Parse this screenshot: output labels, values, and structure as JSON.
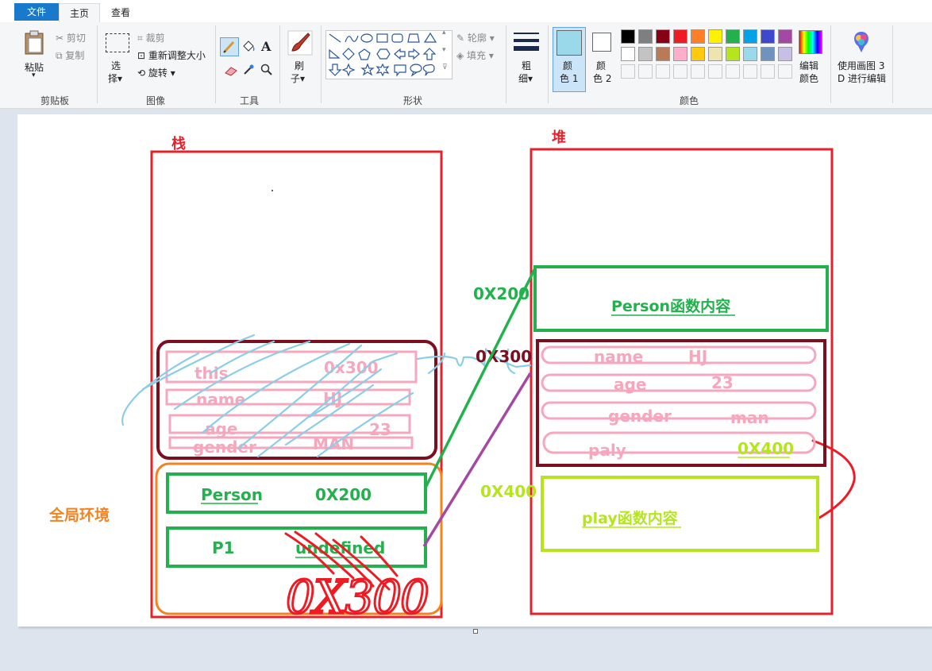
{
  "tabs": {
    "file": "文件",
    "home": "主页",
    "view": "查看"
  },
  "clipboard": {
    "paste": "粘贴",
    "cut": "剪切",
    "copy": "复制",
    "label": "剪贴板"
  },
  "image": {
    "select_1": "选",
    "select_2": "择",
    "crop": "裁剪",
    "resize": "重新调整大小",
    "rotate": "旋转",
    "label": "图像"
  },
  "tools": {
    "label": "工具"
  },
  "brushes": {
    "text_1": "刷",
    "text_2": "子"
  },
  "shapes": {
    "outline": "轮廓",
    "fill": "填充",
    "label": "形状"
  },
  "size": {
    "text_1": "粗",
    "text_2": "细"
  },
  "colors": {
    "color1_a": "颜",
    "color1_b": "色 1",
    "color2_a": "颜",
    "color2_b": "色 2",
    "edit_a": "编辑",
    "edit_b": "颜色",
    "paint3d_a": "使用画图 3",
    "paint3d_b": "D 进行编辑",
    "label": "颜色",
    "row1": [
      "#000000",
      "#7f7f7f",
      "#880015",
      "#ed1c24",
      "#ff7f27",
      "#fff200",
      "#22b14c",
      "#00a2e8",
      "#3f48cc",
      "#a349a4"
    ],
    "row2": [
      "#ffffff",
      "#c3c3c3",
      "#b97a57",
      "#ffaec9",
      "#ffc90e",
      "#efe4b0",
      "#b5e61d",
      "#99d9ea",
      "#7092be",
      "#c8bfe7"
    ],
    "active_color1": "#99d9ea"
  },
  "drawing": {
    "stack_title": "栈",
    "heap_title": "堆",
    "global_env": "全局环境",
    "addr_200": "0X200",
    "addr_300": "0X300",
    "addr_400": "0X400",
    "person_content": "Person函数内容",
    "play_content": "play函数内容",
    "heap_rows": [
      {
        "key": "name",
        "val": "HJ"
      },
      {
        "key": "age",
        "val": "23"
      },
      {
        "key": "gender",
        "val": "man"
      },
      {
        "key": "paly",
        "val": "0X400"
      }
    ],
    "stack_rows": [
      {
        "key": "this",
        "val": "0x300"
      },
      {
        "key": "name",
        "val": "HJ"
      },
      {
        "key": "age",
        "val": "23"
      },
      {
        "key": "gender",
        "val": "MAN"
      }
    ],
    "global_rows": [
      {
        "key": "Person",
        "val": "0X200"
      },
      {
        "key": "P1",
        "val": "undefined"
      }
    ],
    "handwritten": "0X300"
  }
}
